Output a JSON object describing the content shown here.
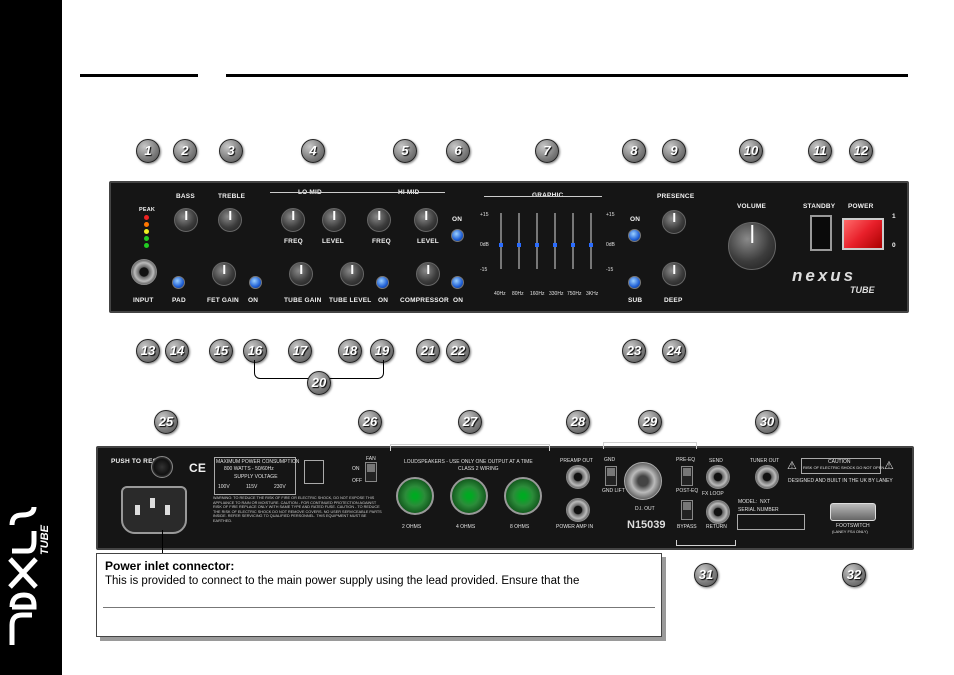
{
  "sidebar": {
    "logo_text": "nexus TUBE"
  },
  "front_panel": {
    "callouts": [
      "1",
      "2",
      "3",
      "4",
      "5",
      "6",
      "7",
      "8",
      "9",
      "10",
      "11",
      "12",
      "13",
      "14",
      "15",
      "16",
      "17",
      "18",
      "19",
      "20",
      "21",
      "22",
      "23",
      "24"
    ],
    "labels": {
      "peak": "PEAK",
      "bass": "BASS",
      "treble": "TREBLE",
      "lo_mid": "LO MID",
      "hi_mid": "HI MID",
      "on": "ON",
      "graphic": "GRAPHIC",
      "presence": "PRESENCE",
      "volume": "VOLUME",
      "standby": "STANDBY",
      "power": "POWER",
      "freq": "FREQ",
      "level": "LEVEL",
      "input": "INPUT",
      "pad": "PAD",
      "fet_gain": "FET GAIN",
      "tube_gain": "TUBE GAIN",
      "tube_level": "TUBE LEVEL",
      "compressor": "COMPRESSOR",
      "sub": "SUB",
      "deep": "DEEP",
      "power_1": "1",
      "power_0": "0",
      "eq_bands": [
        "40Hz",
        "80Hz",
        "160Hz",
        "330Hz",
        "750Hz",
        "3KHz"
      ],
      "db_plus": "+15",
      "db_zero": "0dB",
      "db_minus": "-15",
      "brand": "nexus",
      "brand_sub": "TUBE"
    }
  },
  "rear_panel": {
    "callouts": [
      "25",
      "26",
      "27",
      "28",
      "29",
      "30",
      "31",
      "32"
    ],
    "labels": {
      "push_to_reset": "PUSH TO RESET",
      "ce": "CE",
      "power_consumption": "MAXIMUM POWER CONSUMPTION",
      "power_spec": "800 WATTS - 50/60Hz",
      "supply_voltage": "SUPPLY VOLTAGE",
      "voltages": [
        "100V",
        "115V",
        "230V"
      ],
      "fan": "FAN",
      "fan_on": "ON",
      "fan_off": "OFF",
      "loudspeakers": "LOUDSPEAKERS - USE ONLY ONE OUTPUT AT A TIME",
      "class2": "CLASS 2 WIRING",
      "ohms": [
        "2 OHMS",
        "4 OHMS",
        "8 OHMS"
      ],
      "preamp_out": "PREAMP OUT",
      "power_amp_in": "POWER AMP IN",
      "gnd": "GND",
      "gnd_lift": "GND LIFT",
      "di_out": "D.I. OUT",
      "n_code": "N15039",
      "pre_eq": "PRE-EQ",
      "post_eq": "POST-EQ",
      "send": "SEND",
      "fx_loop": "FX LOOP",
      "bypass": "BYPASS",
      "return": "RETURN",
      "tuner_out": "TUNER OUT",
      "caution": "CAUTION",
      "caution_sub": "RISK OF ELECTRIC SHOCK DO NOT OPEN",
      "designed": "DESIGNED AND BUILT IN THE UK BY LANEY",
      "model": "MODEL:",
      "model_value": "NXT",
      "serial": "SERIAL NUMBER",
      "footswitch": "FOOTSWITCH",
      "footswitch_sub": "(LANEY FS4 ONLY)",
      "warning": "WARNING: TO REDUCE THE RISK OF FIRE OR ELECTRIC SHOCK, DO NOT EXPOSE THIS APPLIANCE TO RAIN OR MOISTURE. CAUTION - FOR CONTINUED PROTECTION AGAINST RISK OF FIRE REPLACE ONLY WITH SAME TYPE AND RATED FUSE. CAUTION - TO REDUCE THE RISK OF ELECTRIC SHOCK DO NOT REMOVE COVERS. NO USER SERVICEABLE PARTS INSIDE. REFER SERVICING TO QUALIFIED PERSONNEL. THIS EQUIPMENT MUST BE EARTHED."
    }
  },
  "info_box": {
    "title": "Power inlet connector:",
    "body": "This is provided to connect to the main power supply using the lead provided. Ensure that the"
  },
  "colors": {
    "led_blue": "#1f5fd6",
    "power_red": "#e8202a",
    "speakon_green": "#2c8c3a"
  }
}
